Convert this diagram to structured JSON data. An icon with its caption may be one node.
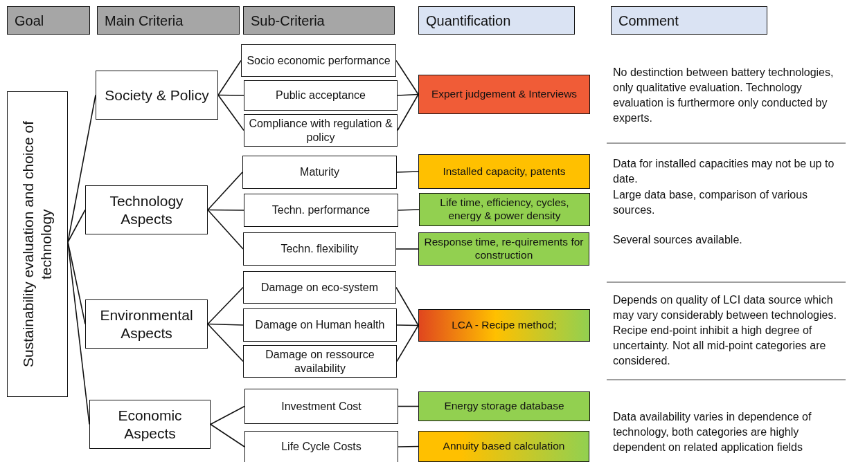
{
  "diagram": {
    "nodes": [
      {
        "text": [
          "Goal"
        ]
      },
      {
        "text": [
          "Main Criteria"
        ]
      },
      {
        "text": [
          "Sub-Criteria"
        ]
      },
      {
        "text": [
          "Quantification"
        ]
      },
      {
        "text": [
          "Comment"
        ]
      },
      {
        "text": [
          "Sustainability evaluation and choice of technology"
        ]
      },
      {
        "text": [
          "Society & Policy"
        ]
      },
      {
        "text": [
          "Technology Aspects"
        ]
      },
      {
        "text": [
          "Environmental Aspects"
        ]
      },
      {
        "text": [
          "Economic Aspects"
        ]
      },
      {
        "text": [
          "Socio economic performance"
        ]
      },
      {
        "text": [
          "Public acceptance"
        ]
      },
      {
        "text": [
          "Compliance with regulation & policy"
        ]
      },
      {
        "text": [
          "Maturity"
        ]
      },
      {
        "text": [
          "Techn. performance"
        ]
      },
      {
        "text": [
          "Techn. flexibility"
        ]
      },
      {
        "text": [
          "Damage on eco-system"
        ]
      },
      {
        "text": [
          "Damage on Human health"
        ]
      },
      {
        "text": [
          "Damage on ressource availability"
        ]
      },
      {
        "text": [
          "Investment Cost"
        ]
      },
      {
        "text": [
          "Life Cycle Costs"
        ]
      },
      {
        "text": [
          "Expert judgement & Interviews"
        ]
      },
      {
        "text": [
          "Installed capacity, patents"
        ]
      },
      {
        "text": [
          "Life time, efficiency, cycles, energy & power density"
        ]
      },
      {
        "text": [
          "Response time, re-quirements for construction"
        ]
      },
      {
        "text": [
          "LCA - Recipe method;"
        ]
      },
      {
        "text": [
          "Energy storage database"
        ]
      },
      {
        "text": [
          "Annuity based calculation"
        ]
      }
    ],
    "edges": [
      {
        "from": 5,
        "to": 6,
        "arrow": "none"
      },
      {
        "from": 5,
        "to": 7,
        "arrow": "none"
      },
      {
        "from": 5,
        "to": 8,
        "arrow": "none"
      },
      {
        "from": 5,
        "to": 9,
        "arrow": "none"
      },
      {
        "from": 6,
        "to": 10,
        "arrow": "none"
      },
      {
        "from": 6,
        "to": 11,
        "arrow": "none"
      },
      {
        "from": 6,
        "to": 12,
        "arrow": "none"
      },
      {
        "from": 7,
        "to": 13,
        "arrow": "none"
      },
      {
        "from": 7,
        "to": 14,
        "arrow": "none"
      },
      {
        "from": 7,
        "to": 15,
        "arrow": "none"
      },
      {
        "from": 8,
        "to": 16,
        "arrow": "none"
      },
      {
        "from": 8,
        "to": 17,
        "arrow": "none"
      },
      {
        "from": 8,
        "to": 18,
        "arrow": "none"
      },
      {
        "from": 9,
        "to": 19,
        "arrow": "none"
      },
      {
        "from": 9,
        "to": 20,
        "arrow": "none"
      },
      {
        "from": 10,
        "to": 21,
        "arrow": "none"
      },
      {
        "from": 11,
        "to": 21,
        "arrow": "none"
      },
      {
        "from": 12,
        "to": 21,
        "arrow": "none"
      },
      {
        "from": 13,
        "to": 22,
        "arrow": "none"
      },
      {
        "from": 14,
        "to": 23,
        "arrow": "none"
      },
      {
        "from": 15,
        "to": 24,
        "arrow": "none"
      },
      {
        "from": 16,
        "to": 25,
        "arrow": "none"
      },
      {
        "from": 17,
        "to": 25,
        "arrow": "none"
      },
      {
        "from": 18,
        "to": 25,
        "arrow": "none"
      },
      {
        "from": 19,
        "to": 26,
        "arrow": "none"
      },
      {
        "from": 20,
        "to": 27,
        "arrow": "none"
      }
    ],
    "labels": [
      "No destinction between battery technologies, only qualitative evaluation. Technology evaluation is furthermore only conducted by experts.",
      "Data for installed capacities may not be up to date.",
      "Large data base, comparison of various sources.",
      "Several sources available.",
      "Depends on quality of LCI data source which may vary considerably between technologies. Recipe end-point inhibit a high degree of uncertainty. Not all mid-point categories are considered.",
      "Data availability varies in dependence of technology, both categories are highly dependent on related application fields"
    ]
  }
}
